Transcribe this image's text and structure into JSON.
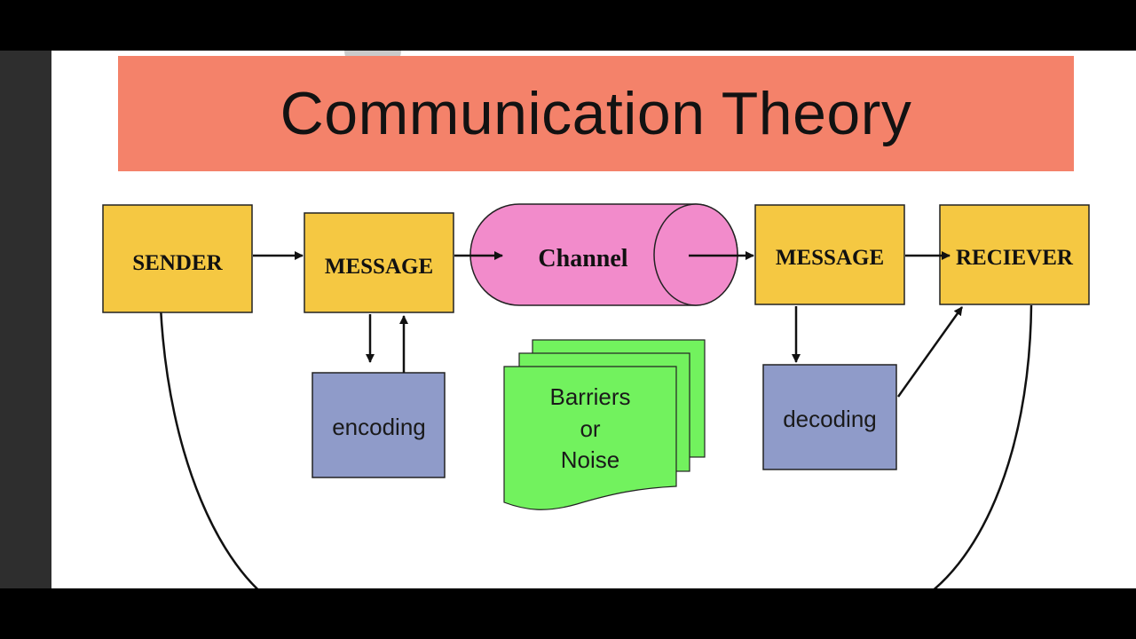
{
  "title": "Communication Theory",
  "nodes": {
    "sender": "SENDER",
    "message_left": "MESSAGE",
    "channel": "Channel",
    "message_right": "MESSAGE",
    "receiver": "RECIEVER",
    "encoding": "encoding",
    "decoding": "decoding",
    "noise_line1": "Barriers",
    "noise_line2": "or",
    "noise_line3": "Noise"
  },
  "colors": {
    "title_band": "#f4826a",
    "main_box": "#f5c842",
    "process_box": "#8f9bc9",
    "channel": "#f28bcb",
    "noise": "#72f25e"
  }
}
